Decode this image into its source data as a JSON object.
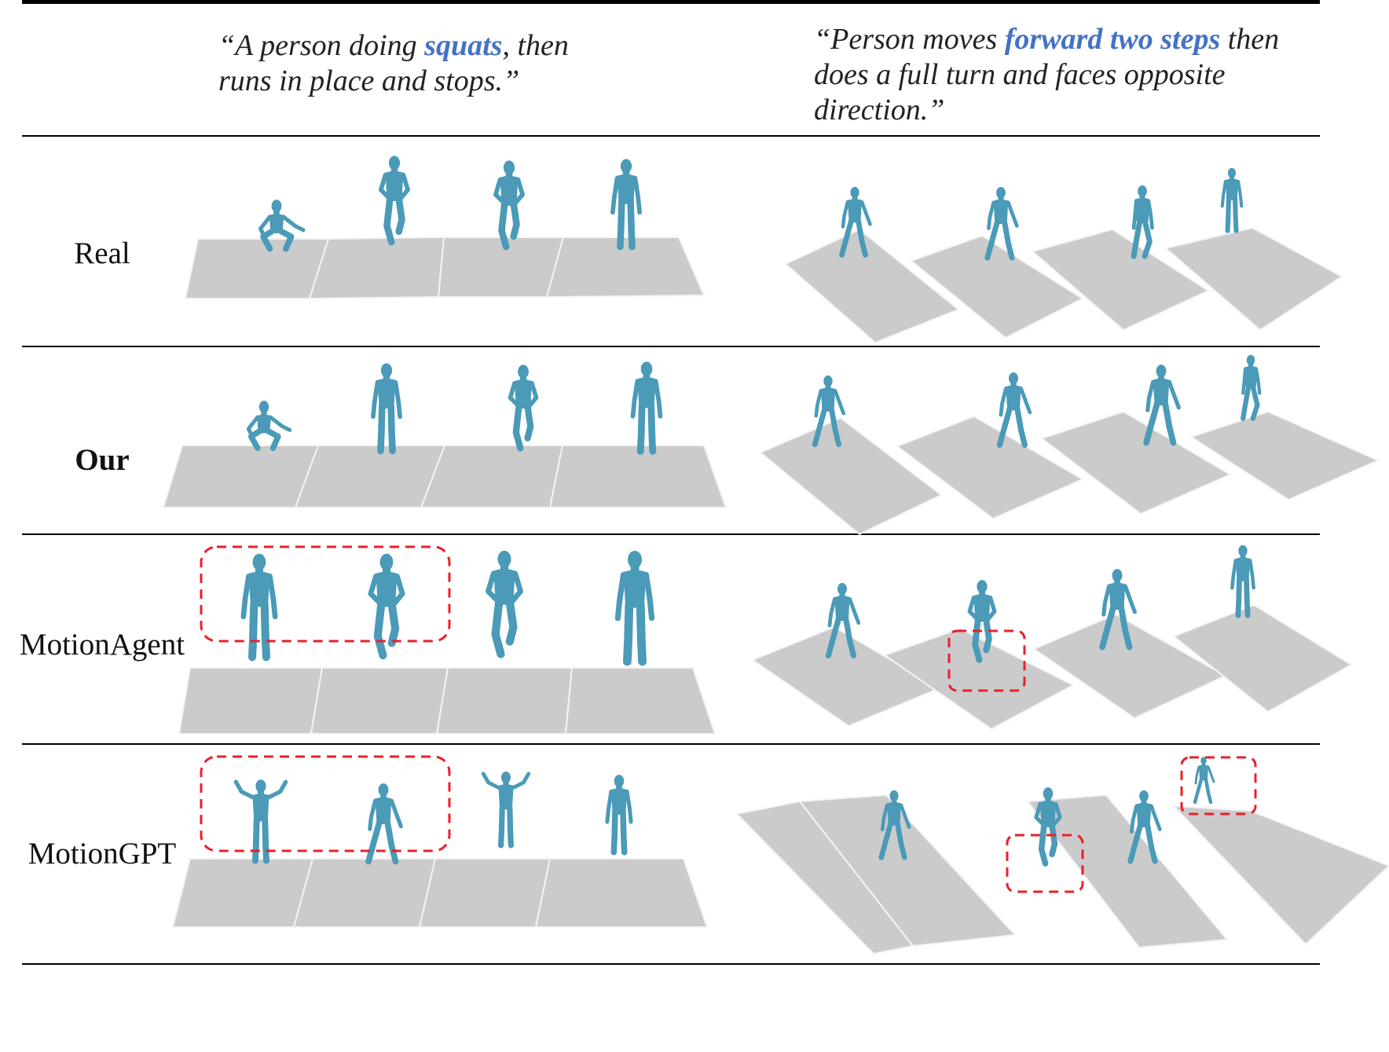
{
  "captions": {
    "left": {
      "pre": "“A person doing ",
      "highlight": "squats",
      "post1": ", then",
      "line2": "runs in place and stops.”"
    },
    "right": {
      "pre": "“Person moves ",
      "highlight": "forward two steps",
      "post1": " then",
      "line2": "does a full turn and faces opposite",
      "line3": "direction.”"
    }
  },
  "rows": [
    {
      "label": "Real",
      "bold": false
    },
    {
      "label": "Our",
      "bold": true
    },
    {
      "label": "MotionAgent",
      "bold": false
    },
    {
      "label": "MotionGPT",
      "bold": false
    }
  ],
  "colors": {
    "figure": "#4a9ab8",
    "floor": "#cbcbcb",
    "highlight_text": "#4472c4",
    "error_box": "#e8202a"
  }
}
